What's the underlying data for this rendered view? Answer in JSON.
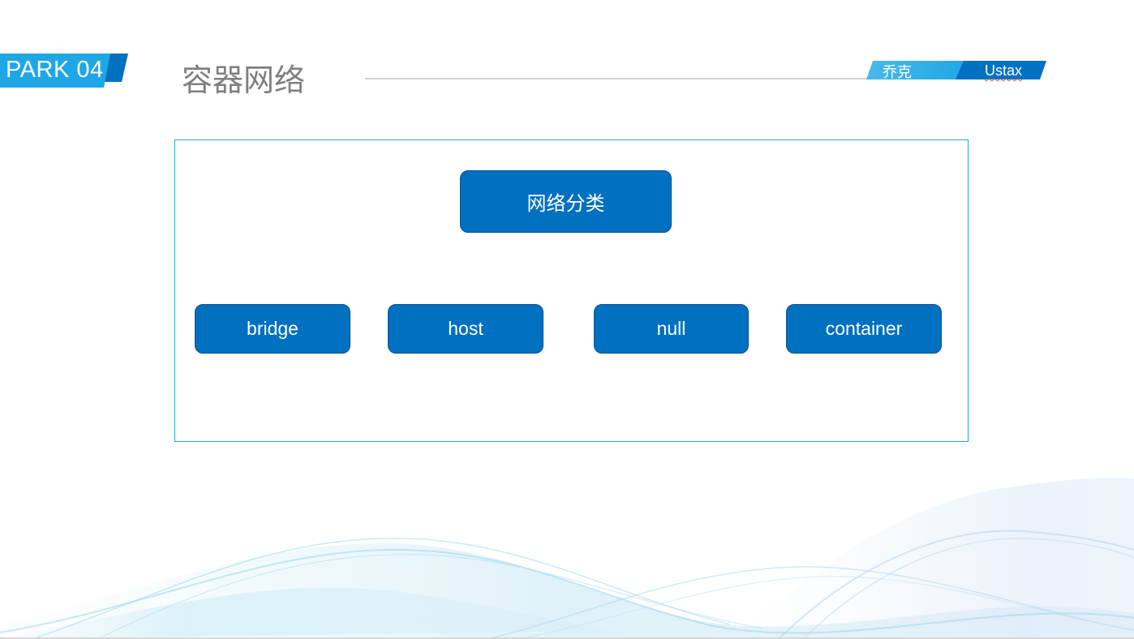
{
  "header": {
    "part_label": "PARK 04",
    "title": "容器网络",
    "author_cn": "乔克",
    "author_en": "Ustax"
  },
  "diagram": {
    "root_label": "网络分类",
    "children": [
      {
        "label": "bridge"
      },
      {
        "label": "host"
      },
      {
        "label": "null"
      },
      {
        "label": "container"
      }
    ]
  },
  "colors": {
    "accent_light": "#1ea7e4",
    "accent_dark": "#0070c0",
    "node_fill": "#0070c0",
    "frame_border": "#2aa6d6",
    "title_text": "#7f7f7f"
  }
}
